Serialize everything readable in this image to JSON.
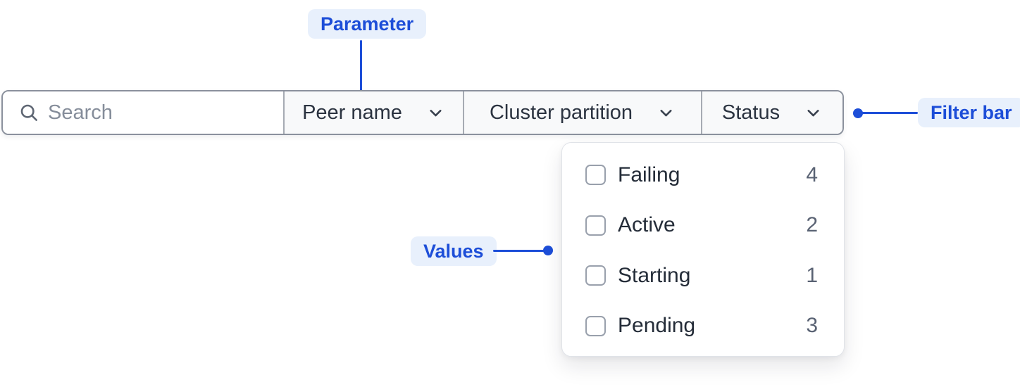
{
  "annotations": {
    "parameter": {
      "label": "Parameter"
    },
    "filter_bar": {
      "label": "Filter bar"
    },
    "values": {
      "label": "Values"
    },
    "accent_color": "#1d4ed8",
    "badge_bg_color": "#e8f0fc"
  },
  "filter_bar": {
    "search": {
      "placeholder": "Search",
      "value": ""
    },
    "parameters": [
      {
        "label": "Peer name"
      },
      {
        "label": "Cluster partition"
      },
      {
        "label": "Status"
      }
    ]
  },
  "status_dropdown": {
    "options": [
      {
        "label": "Failing",
        "count": "4",
        "checked": false
      },
      {
        "label": "Active",
        "count": "2",
        "checked": false
      },
      {
        "label": "Starting",
        "count": "1",
        "checked": false
      },
      {
        "label": "Pending",
        "count": "3",
        "checked": false
      }
    ]
  }
}
